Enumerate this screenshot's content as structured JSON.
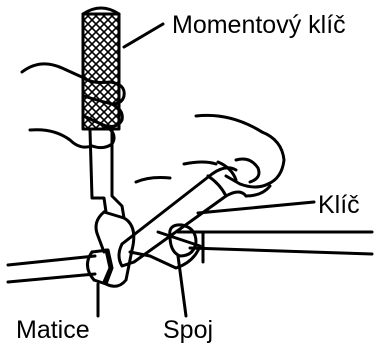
{
  "labels": {
    "torque_wrench": "Momentový klíč",
    "wrench": "Klíč",
    "nut": "Matice",
    "joint": "Spoj"
  },
  "colors": {
    "line": "#000000",
    "background": "#ffffff"
  }
}
